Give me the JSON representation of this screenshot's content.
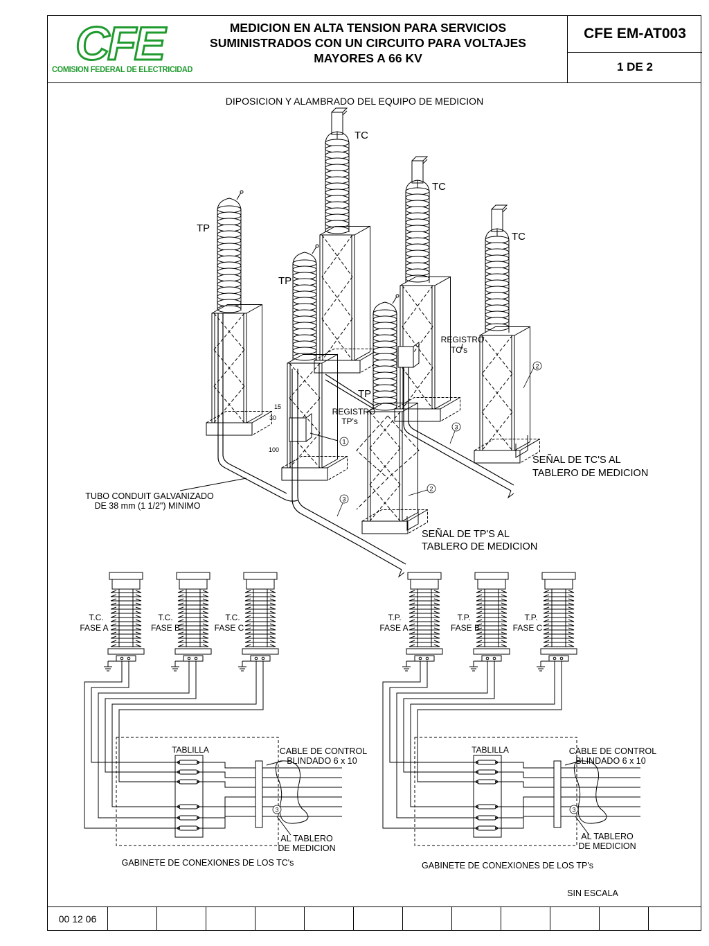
{
  "header": {
    "logo_text": "CFE",
    "logo_subtitle": "COMISION FEDERAL DE ELECTRICIDAD",
    "title_line1": "MEDICION EN ALTA TENSION PARA SERVICIOS",
    "title_line2": "SUMINISTRADOS CON UN CIRCUITO PARA VOLTAJES",
    "title_line3": "MAYORES A 66 KV",
    "code": "CFE EM-AT003",
    "page": "1 DE 2"
  },
  "diagram": {
    "section_title": "DIPOSICION Y ALAMBRADO DEL EQUIPO DE MEDICION",
    "tc_label": "TC",
    "tp_label": "TP",
    "registro_tcs_1": "REGISTRO",
    "registro_tcs_2": "TC's",
    "registro_tps_1": "REGISTRO",
    "registro_tps_2": "TP's",
    "dim_15": "15",
    "dim_30": "30",
    "dim_100": "100",
    "conduit_1": "TUBO CONDUIT GALVANIZADO",
    "conduit_2": "DE 38 mm (1 1/2\") MINIMO",
    "senal_tc_1": "SEÑAL DE TC'S AL",
    "senal_tc_2": "TABLERO DE MEDICION",
    "senal_tp_1": "SEÑAL DE TP'S AL",
    "senal_tp_2": "TABLERO DE MEDICION",
    "callout_1": "1",
    "callout_2": "2",
    "callout_3": "3"
  },
  "wiring": {
    "tc_phases": [
      {
        "l1": "T.C.",
        "l2": "FASE A"
      },
      {
        "l1": "T.C.",
        "l2": "FASE B"
      },
      {
        "l1": "T.C.",
        "l2": "FASE C"
      }
    ],
    "tp_phases": [
      {
        "l1": "T.P.",
        "l2": "FASE A"
      },
      {
        "l1": "T.P.",
        "l2": "FASE B"
      },
      {
        "l1": "T.P.",
        "l2": "FASE C"
      }
    ],
    "tablilla": "TABLILLA",
    "cable_1": "CABLE DE CONTROL",
    "cable_2": "BLINDADO 6 x 10",
    "al_tablero_1": "AL TABLERO",
    "al_tablero_2": "DE MEDICION",
    "gabinete_tc": "GABINETE DE CONEXIONES DE LOS TC's",
    "gabinete_tp": "GABINETE DE CONEXIONES DE LOS TP's",
    "sin_escala": "SIN ESCALA"
  },
  "footer": {
    "date": "00  12  06"
  },
  "colors": {
    "logo_green": "#1f9a2e"
  }
}
